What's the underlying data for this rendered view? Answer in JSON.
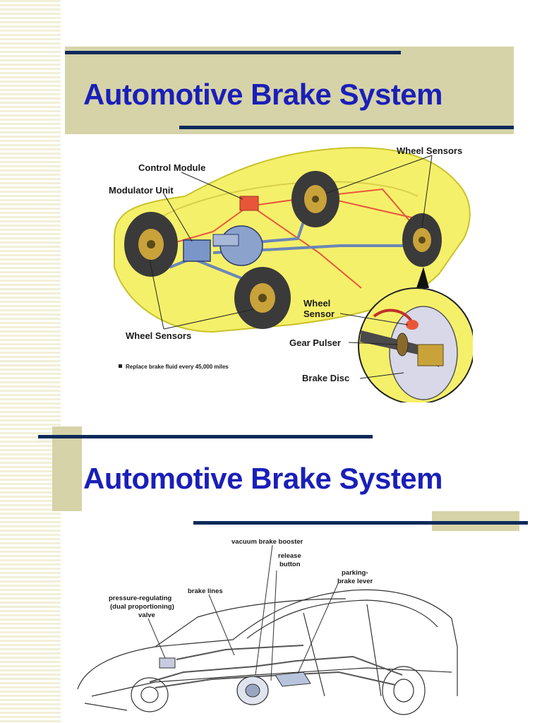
{
  "slide1": {
    "title": "Automotive Brake System",
    "labels": {
      "control_module": "Control Module",
      "modulator_unit": "Modulator Unit",
      "wheel_sensors_top": "Wheel Sensors",
      "wheel_sensors_bottom": "Wheel Sensors",
      "wheel_sensor_line1": "Wheel",
      "wheel_sensor_line2": "Sensor",
      "gear_pulser": "Gear Pulser",
      "brake_disc": "Brake Disc",
      "note": "Replace brake fluid every 45,000 miles"
    }
  },
  "slide2": {
    "title": "Automotive Brake System",
    "labels": {
      "vacuum_booster": "vacuum brake booster",
      "release_line1": "release",
      "release_line2": "button",
      "parking_line1": "parking-",
      "parking_line2": "brake lever",
      "brake_lines": "brake lines",
      "valve_line1": "pressure-regulating",
      "valve_line2": "(dual proportioning)",
      "valve_line3": "valve"
    }
  },
  "colors": {
    "title": "#1a1fb8",
    "accent_bar": "#0a2a5a",
    "title_box": "#d6d3a8",
    "car_body": "#f5f06a",
    "brake_line": "#e8563a"
  }
}
